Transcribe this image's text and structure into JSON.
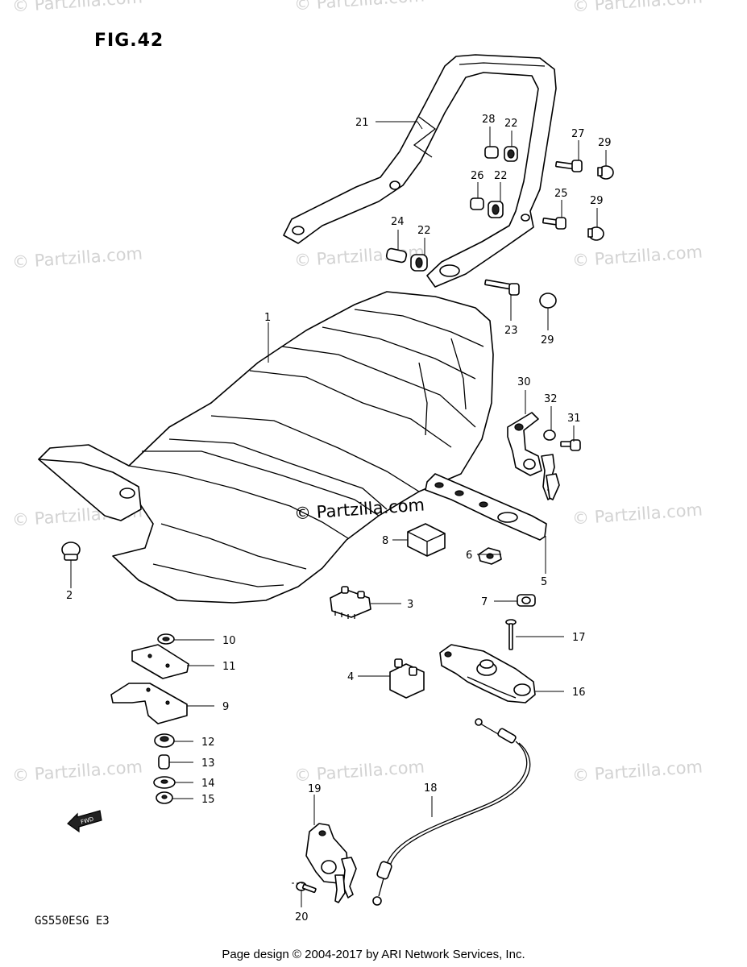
{
  "figure_title": "FIG.42",
  "model_code": "GS550ESG  E3",
  "center_watermark": "© Partzilla.com",
  "watermark_text": "© Partzilla.com",
  "footer_text": "Page design © 2004-2017 by ARI Network Services, Inc.",
  "fwd_label": "FWD",
  "callouts": {
    "c1": "1",
    "c2": "2",
    "c3": "3",
    "c4": "4",
    "c5": "5",
    "c6": "6",
    "c7": "7",
    "c8": "8",
    "c9": "9",
    "c10": "10",
    "c11": "11",
    "c12": "12",
    "c13": "13",
    "c14": "14",
    "c15": "15",
    "c16": "16",
    "c17": "17",
    "c18": "18",
    "c19": "19",
    "c20": "20",
    "c21": "21",
    "c22a": "22",
    "c22b": "22",
    "c22c": "22",
    "c23": "23",
    "c24": "24",
    "c25": "25",
    "c26": "26",
    "c27": "27",
    "c28": "28",
    "c29a": "29",
    "c29b": "29",
    "c29c": "29",
    "c30": "30",
    "c31": "31",
    "c32": "32"
  },
  "colors": {
    "line": "#000000",
    "watermark": "#d3d3d3",
    "background": "#ffffff"
  }
}
